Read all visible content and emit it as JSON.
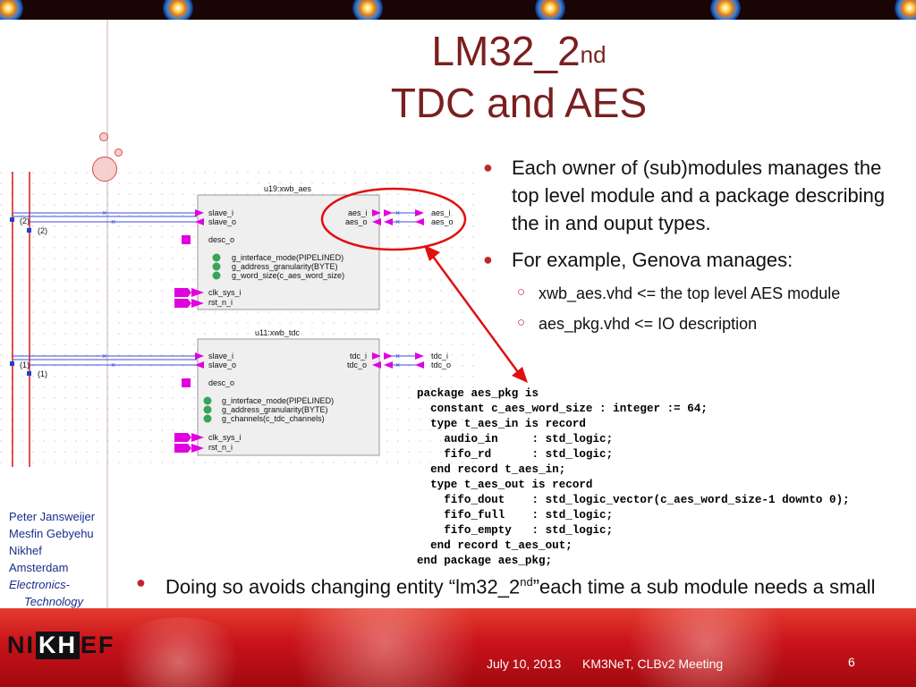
{
  "title": {
    "line1_main": "LM32_2",
    "line1_sup": "nd",
    "line2": "TDC and AES"
  },
  "bullets": [
    {
      "text": "Each owner of (sub)modules manages the top level module and a package describing the in and ouput types."
    },
    {
      "text": " For example, Genova manages:"
    }
  ],
  "subbullets": [
    {
      "prefix": "xwb_aes.vhd <= ",
      "text": "the top level AES module"
    },
    {
      "prefix": "aes_pkg.vhd <= ",
      "text": "IO description"
    }
  ],
  "code": "package aes_pkg is\n  constant c_aes_word_size : integer := 64;\n  type t_aes_in is record\n    audio_in     : std_logic;\n    fifo_rd      : std_logic;\n  end record t_aes_in;\n  type t_aes_out is record\n    fifo_dout    : std_logic_vector(c_aes_word_size-1 downto 0);\n    fifo_full    : std_logic;\n    fifo_empty   : std_logic;\n  end record t_aes_out;\nend package aes_pkg;",
  "bottom_bullet": {
    "part1": "Doing so avoids changing entity “lm32_2",
    "sup": "nd",
    "part2": "”each time a sub module needs a small change…"
  },
  "diagram": {
    "aes_block": {
      "name": "u19:xwb_aes",
      "ports_left": [
        "slave_i",
        "slave_o",
        "desc_o",
        "clk_sys_i",
        "rst_n_i"
      ],
      "ports_right": [
        "aes_i",
        "aes_o"
      ],
      "generics": [
        "g_interface_mode(PIPELINED)",
        "g_address_granularity(BYTE)",
        "g_word_size(c_aes_word_size)"
      ],
      "ext_labels": [
        "aes_i",
        "aes_o"
      ],
      "bus_labels": [
        "(2)",
        "(2)"
      ]
    },
    "tdc_block": {
      "name": "u11:xwb_tdc",
      "ports_left": [
        "slave_i",
        "slave_o",
        "desc_o",
        "clk_sys_i",
        "rst_n_i"
      ],
      "ports_right": [
        "tdc_i",
        "tdc_o"
      ],
      "generics": [
        "g_interface_mode(PIPELINED)",
        "g_address_granularity(BYTE)",
        "g_channels(c_tdc_channels)"
      ],
      "ext_labels": [
        "tdc_i",
        "tdc_o"
      ],
      "bus_labels": [
        "(1)",
        "(1)"
      ]
    }
  },
  "authors": [
    "Peter Jansweijer",
    "Mesfin Gebyehu",
    "Nikhef",
    "Amsterdam",
    "Electronics-",
    "Technology"
  ],
  "footer": {
    "logo_left": "NI",
    "logo_box": "KH",
    "logo_right": "EF",
    "date": "July 10, 2013",
    "meeting": "KM3NeT, CLBv2 Meeting",
    "page": "6"
  },
  "colors": {
    "title": "#7a1f1f",
    "bullet": "#c0272d",
    "footer": "#c8121a",
    "author_text": "#1a2d8a",
    "port_magenta": "#e000e0",
    "block_fill": "#efefef",
    "annotation_red": "#e01010",
    "generic_green": "#3aa35a",
    "wire_blue": "#3b4fd8"
  }
}
